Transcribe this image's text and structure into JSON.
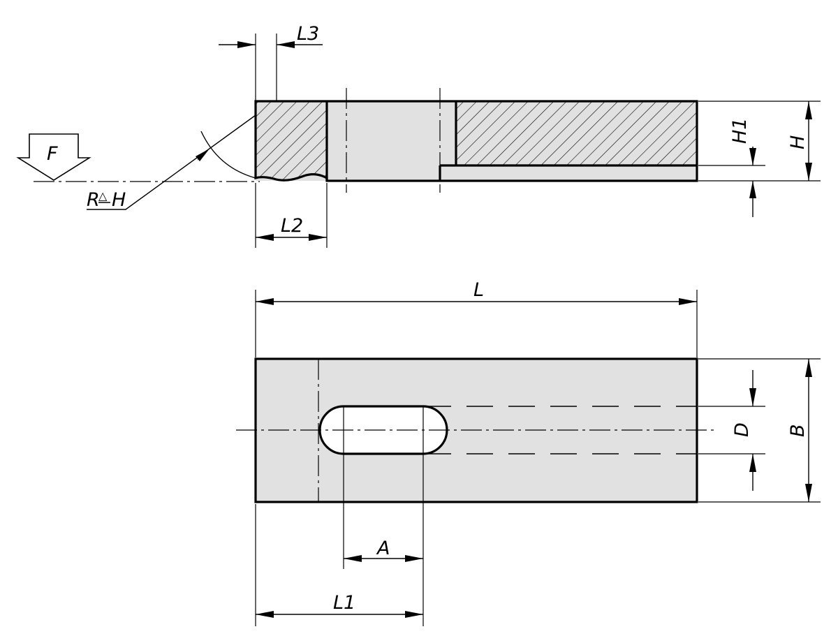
{
  "labels": {
    "F": "F",
    "R": "R",
    "R_sym": "△",
    "R_H": "H",
    "L3": "L3",
    "L2": "L2",
    "H1": "H1",
    "H": "H",
    "L": "L",
    "D": "D",
    "B": "B",
    "A": "A",
    "L1": "L1"
  },
  "colors": {
    "fill": "#e1e1e1",
    "line": "#000000",
    "background": "#ffffff"
  }
}
